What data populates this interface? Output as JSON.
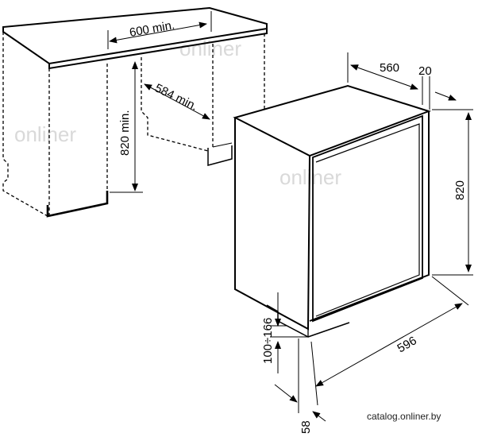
{
  "dimensions": {
    "cabinet_width": "600 min.",
    "cabinet_depth": "584 min.",
    "cabinet_height": "820 min.",
    "appliance_depth": "560",
    "door_depth": "20",
    "appliance_height": "820",
    "appliance_width": "596",
    "plinth_range": "100÷166",
    "plinth_offset": "58"
  },
  "watermark": {
    "text": "onliner"
  },
  "credit": {
    "text": "catalog.onliner.by"
  }
}
